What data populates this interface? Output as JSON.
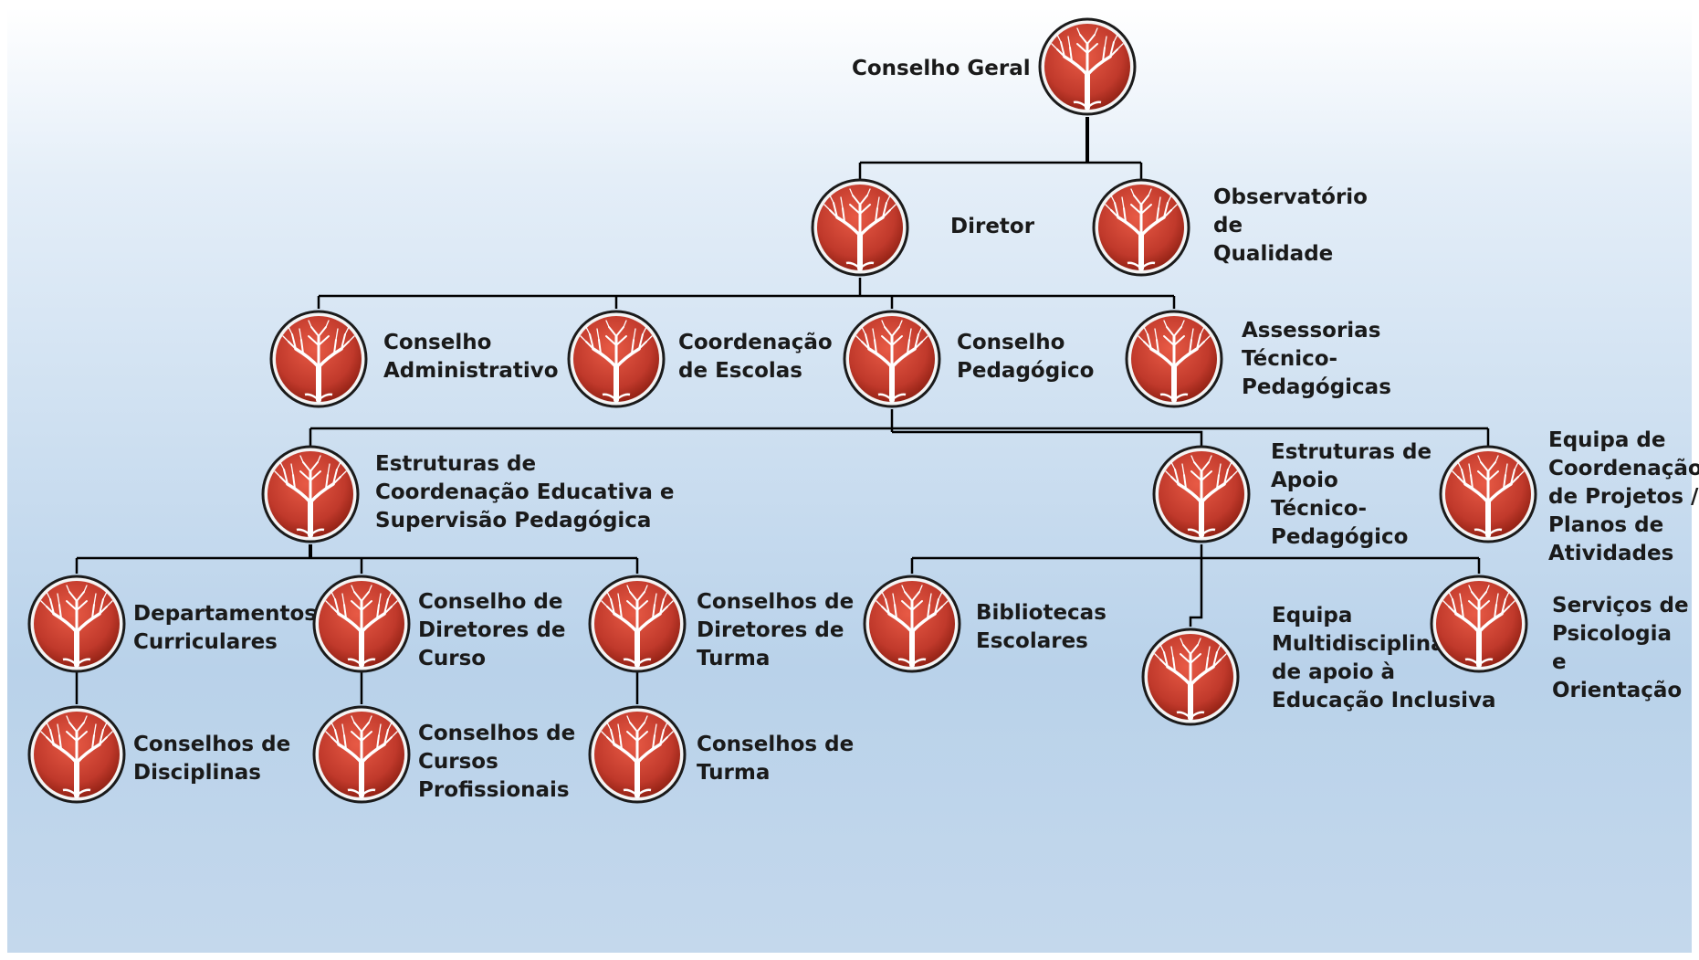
{
  "colors": {
    "node_red": "#c0392b",
    "node_dark": "#8e1f12",
    "tree": "#ffffff",
    "ring": "#1b1b1b",
    "line": "#000000"
  },
  "icon": "tree-icon",
  "nodes": {
    "conselho_geral": "Conselho Geral",
    "diretor": "Diretor",
    "observatorio": "Observatório\nde\nQualidade",
    "conselho_administrativo": "Conselho\nAdministrativo",
    "coordenacao_escolas": "Coordenação\nde Escolas",
    "conselho_pedagogico": "Conselho\nPedagógico",
    "assessorias": "Assessorias\nTécnico-\nPedagógicas",
    "estruturas_coordenacao": "Estruturas de\nCoordenação Educativa e\nSupervisão Pedagógica",
    "estruturas_apoio": "Estruturas de\nApoio\nTécnico-\nPedagógico",
    "equipa_coordenacao": "Equipa de\nCoordenação\nde Projetos /\nPlanos de\nAtividades",
    "departamentos": "Departamentos\nCurriculares",
    "conselho_diretores_curso": "Conselho de\nDiretores de\nCurso",
    "conselhos_diretores_turma": "Conselhos de\nDiretores de\nTurma",
    "bibliotecas": "Bibliotecas\nEscolares",
    "equipa_multidisciplinar": "Equipa\nMultidisciplinar\nde apoio à\nEducação Inclusiva",
    "servicos_psicologia": "Serviços de\nPsicologia e\nOrientação",
    "conselhos_disciplinas": "Conselhos de\nDisciplinas",
    "conselhos_cursos_profissionais": "Conselhos de\nCursos\nProfissionais",
    "conselhos_turma": "Conselhos de\nTurma"
  }
}
